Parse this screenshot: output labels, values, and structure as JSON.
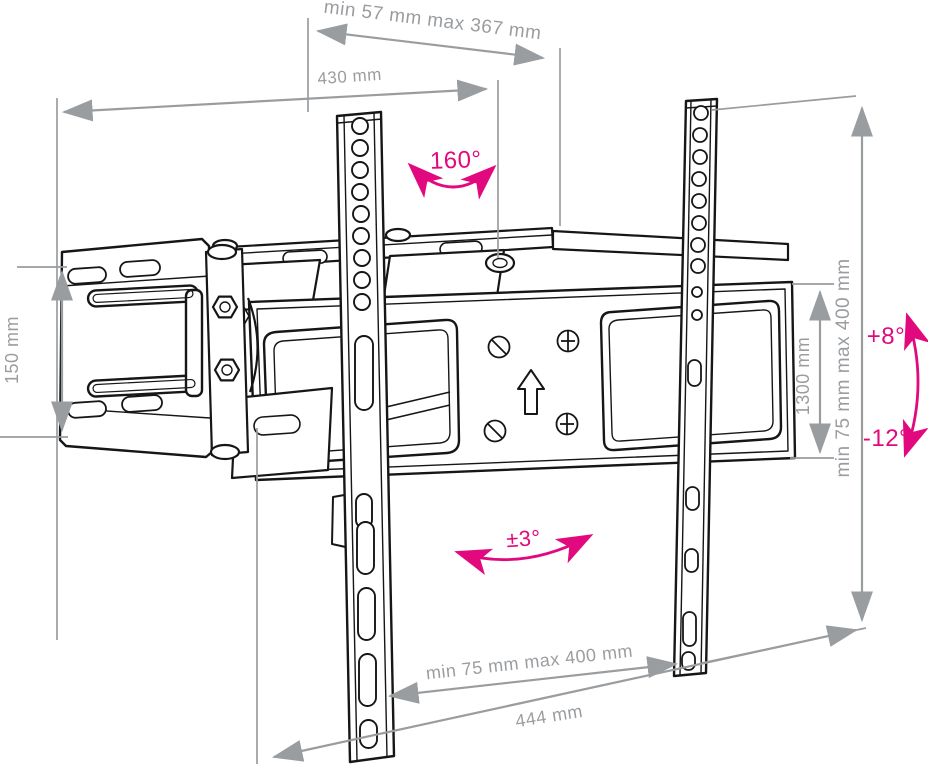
{
  "colors": {
    "background": "#ffffff",
    "linework": "#161616",
    "dimension_gray": "#9a9da0",
    "accent_pink": "#e2097e"
  },
  "labels": {
    "depth_range": "min 57 mm max 367 mm",
    "top_width": "430 mm",
    "swivel_angle": "160°",
    "bracket_height": "150 mm",
    "plate_height": "1300 mm",
    "vesa_vertical_range": "min 75 mm max 400 mm",
    "tilt_up": "+8°",
    "tilt_down": "-12°",
    "level_rotation": "±3°",
    "vesa_horizontal_range": "min 75 mm max 400 mm",
    "bottom_width": "444 mm"
  }
}
